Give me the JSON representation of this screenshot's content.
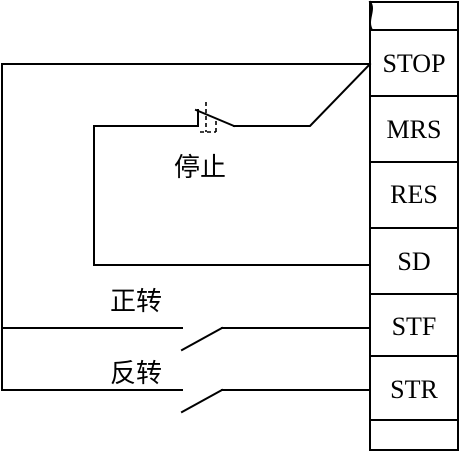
{
  "terminals": [
    {
      "label": "STOP"
    },
    {
      "label": "MRS"
    },
    {
      "label": "RES"
    },
    {
      "label": "SD"
    },
    {
      "label": "STF"
    },
    {
      "label": "STR"
    }
  ],
  "switch_labels": {
    "stop": "停止",
    "forward": "正转",
    "reverse": "反转"
  }
}
